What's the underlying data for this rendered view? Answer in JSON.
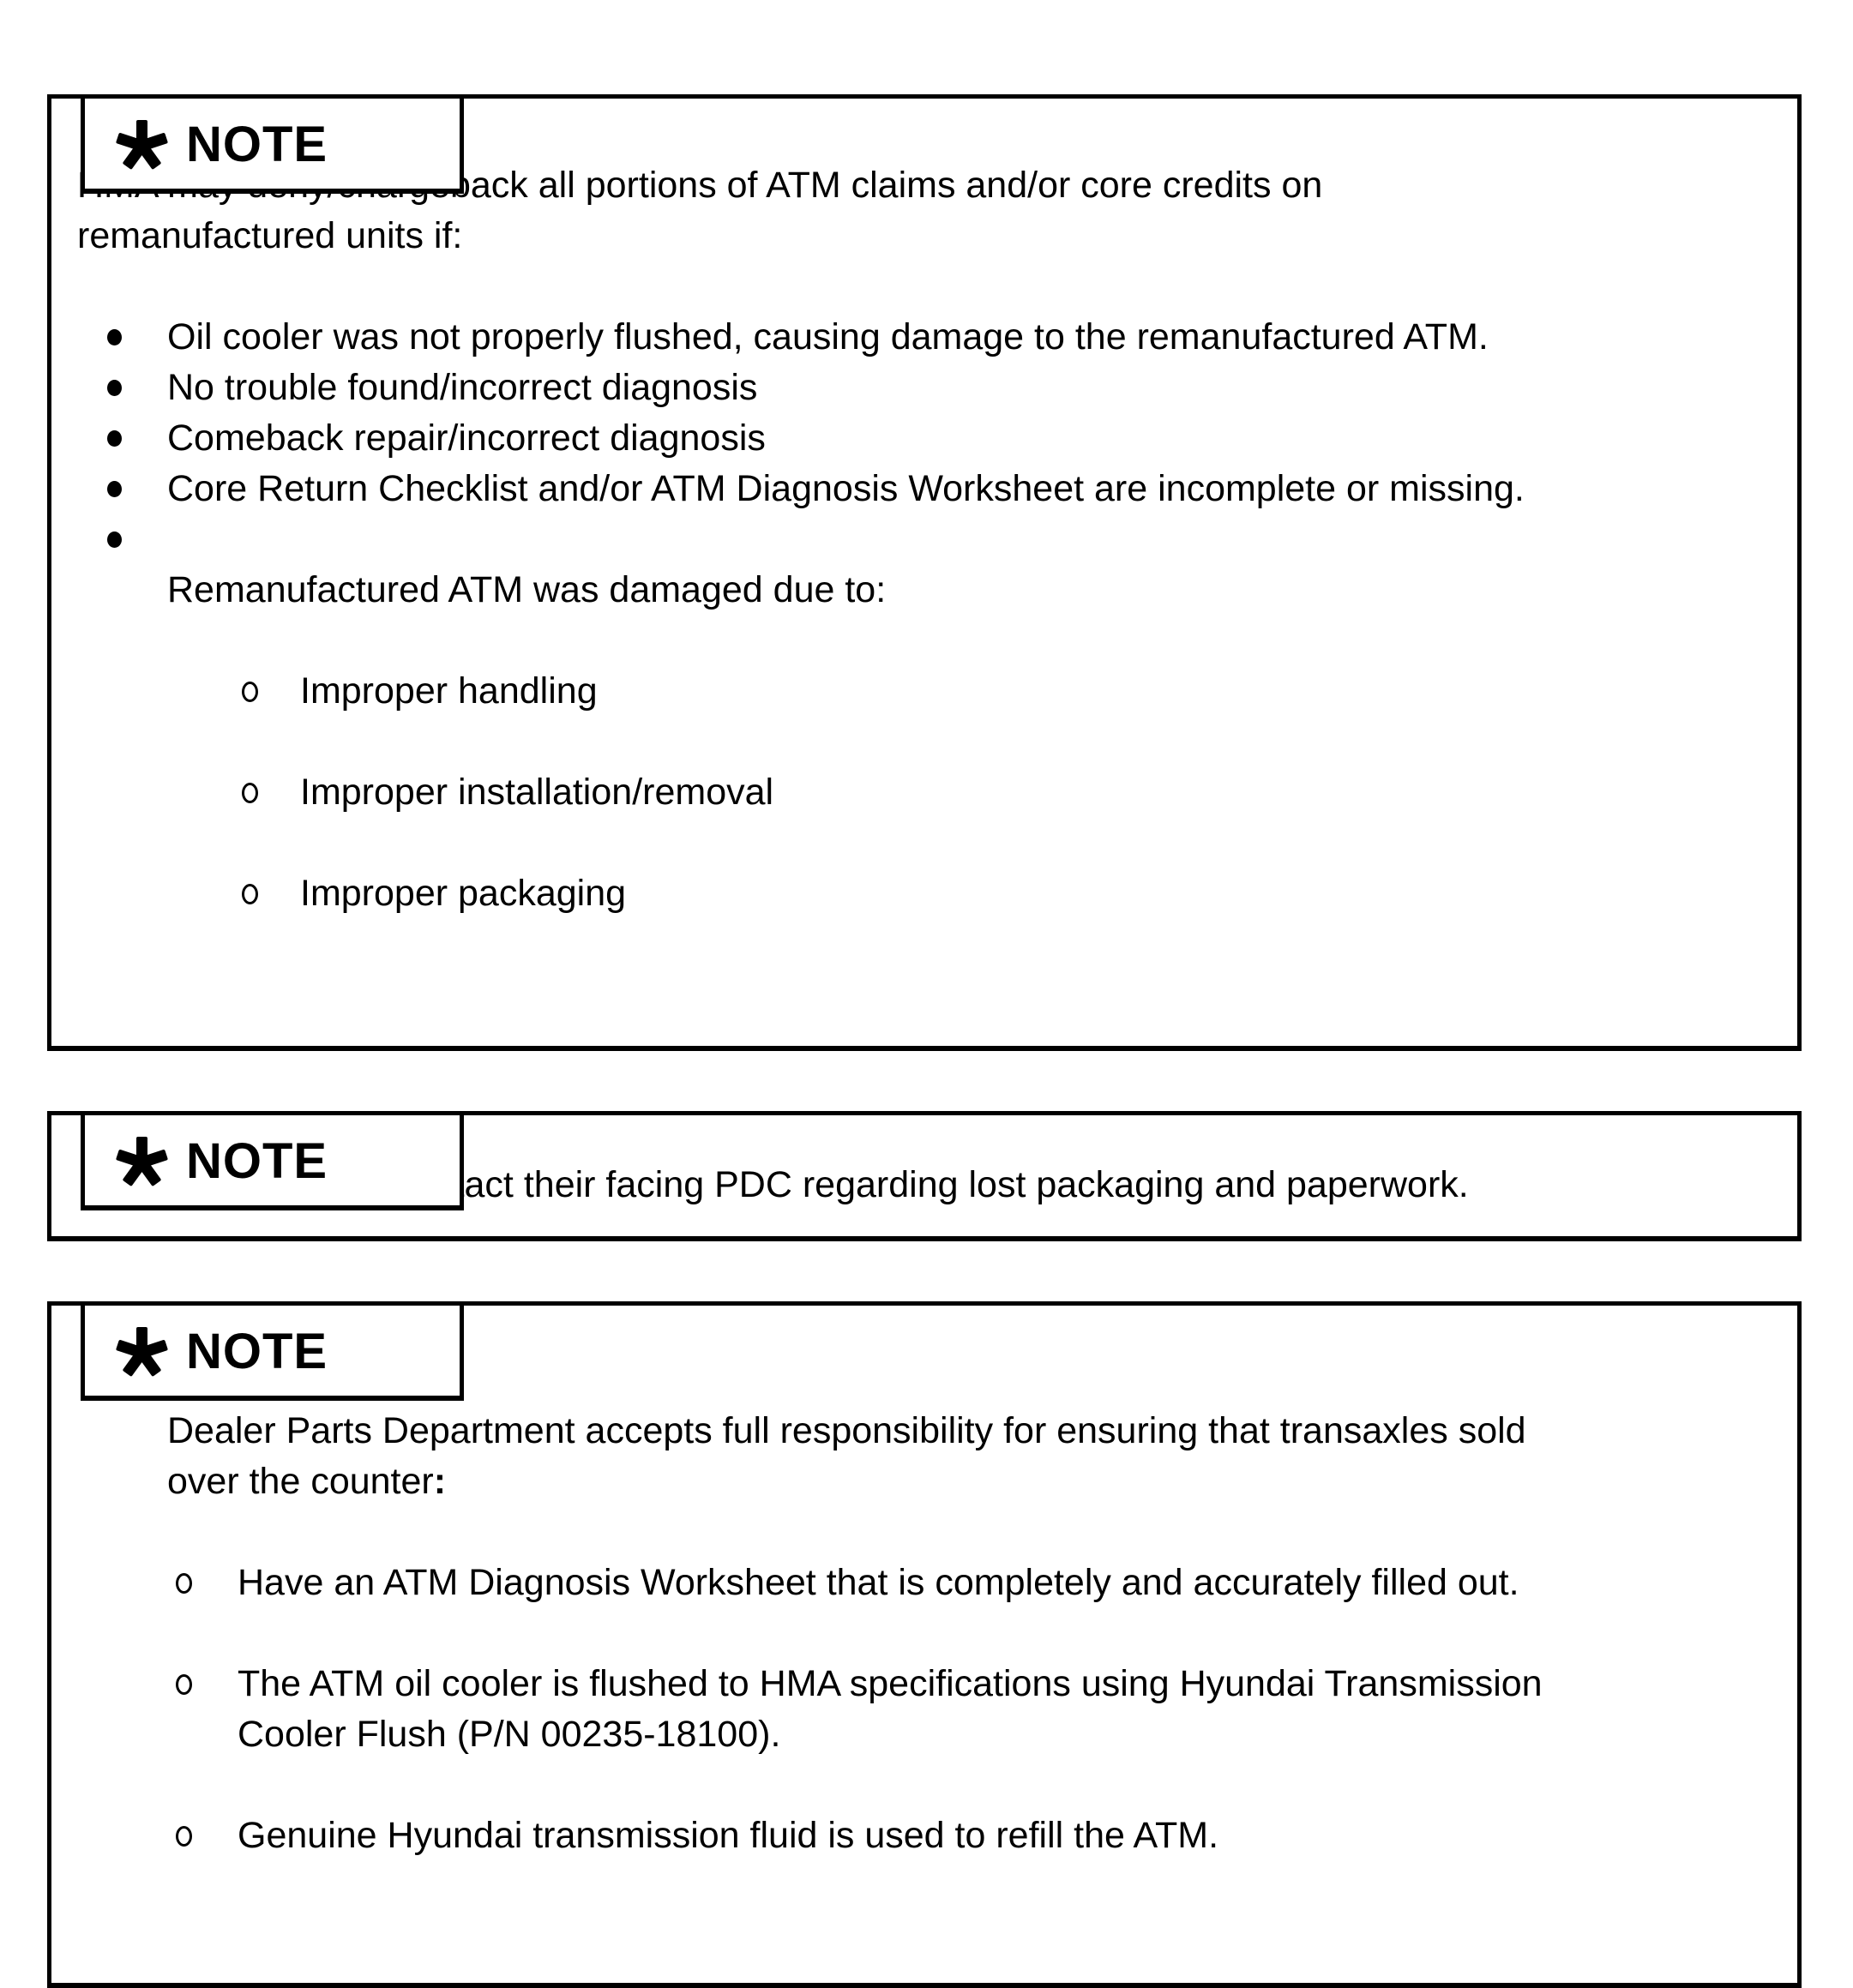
{
  "colors": {
    "ink": "#000000",
    "paper": "#ffffff"
  },
  "notes": [
    {
      "tab_label": "NOTE",
      "intro": "HMA may deny/chargeback all portions of ATM claims and/or core credits on\nremanufactured units if:",
      "bullets": [
        {
          "text": "Oil cooler was not properly flushed, causing damage to the remanufactured ATM."
        },
        {
          "text": "No trouble found/incorrect diagnosis"
        },
        {
          "text": "Comeback repair/incorrect diagnosis"
        },
        {
          "text": "Core Return Checklist and/or ATM Diagnosis Worksheet are incomplete or missing."
        },
        {
          "text": "Remanufactured ATM was damaged due to:",
          "sub": [
            "Improper handling",
            "Improper installation/removal",
            "Improper packaging"
          ]
        }
      ]
    },
    {
      "tab_label": "NOTE",
      "bullets": [
        {
          "text": "Dealers must contact their facing PDC regarding lost packaging and paperwork."
        }
      ]
    },
    {
      "tab_label": "NOTE",
      "bullets": [
        {
          "text": "Dealer Parts Department accepts full responsibility for ensuring that transaxles sold\nover the counter",
          "bold_suffix": ":",
          "sub": [
            "Have an ATM Diagnosis Worksheet that is completely and accurately filled out.",
            "The ATM oil cooler is flushed to HMA specifications using Hyundai Transmission\nCooler Flush (P/N 00235-18100).",
            "Genuine Hyundai transmission fluid is used to refill the ATM."
          ]
        }
      ]
    }
  ]
}
